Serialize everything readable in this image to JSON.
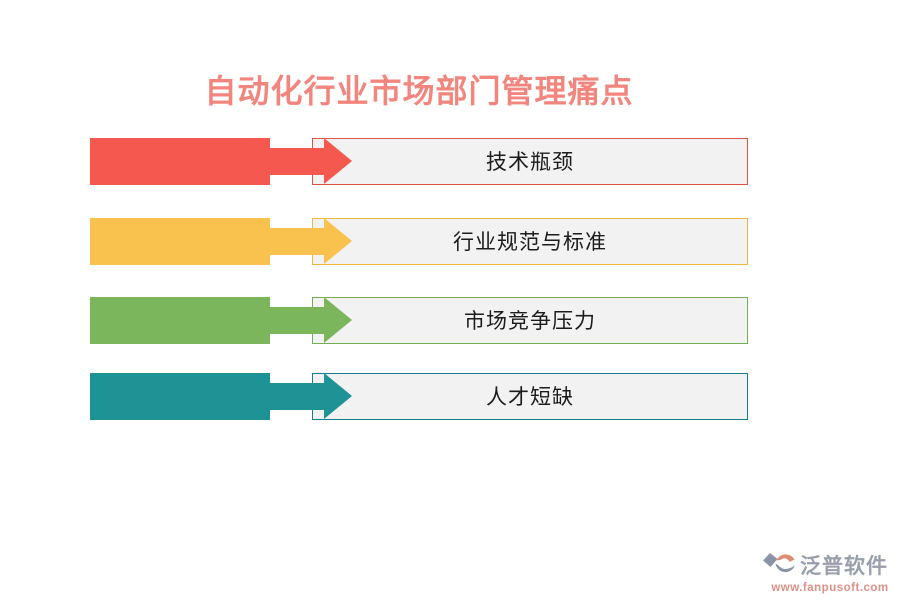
{
  "title": "自动化行业市场部门管理痛点",
  "title_color": "#F2867E",
  "box_fill": "#F2F2F2",
  "items": [
    {
      "label": "技术瓶颈",
      "bar_color": "#F4584E",
      "border_color": "#DE5147"
    },
    {
      "label": "行业规范与标准",
      "bar_color": "#F9C24F",
      "border_color": "#F0B83C"
    },
    {
      "label": "市场竞争压力",
      "bar_color": "#7BB55C",
      "border_color": "#74AE52"
    },
    {
      "label": "人才短缺",
      "bar_color": "#1E9396",
      "border_color": "#157E8C"
    }
  ],
  "footer": {
    "brand": "泛普软件",
    "url": "www.fanpusoft.com",
    "brand_color": "#98A0AC",
    "url_color": "#DE9087",
    "icon_gray": "#8A94A6",
    "icon_salmon": "#DD8E72"
  }
}
